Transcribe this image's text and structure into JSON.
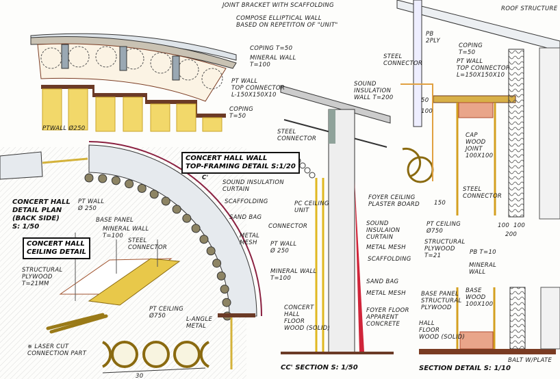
{
  "labels": {
    "joint_bracket": "JOINT BRACKET WITH SCAFFOLDING",
    "compose_wall": "COMPOSE ELLIPTICAL WALL\nBASED ON REPETITON OF \"UNIT\"",
    "coping_top": "COPING t=50",
    "mineral_wall_top": "MINERAL WALL\nt=100",
    "pt_wall_top_connector": "PT WALL\nTOP CONNECTOR\nL-150X150X10",
    "coping_low": "COPING\nt=50",
    "pt_wall_250": "PTWALL Ø250",
    "roof_structure": "ROOF STRUCTURE",
    "pb_2ply": "PB\n2PLY",
    "steel_connector_r": "STEEL\nCONNECTOR",
    "coping_r": "COPING\nt=50",
    "pt_wall_top_conn_r": "PT WALL\nTOP CONNECTOR\nL=150X150X10",
    "dim_50": "50",
    "dim_100": "100",
    "cap_wood": "CAP\nWOOD\nJOINT\n100X100",
    "steel_connector_r2": "STEEL\nCONNECTOR",
    "dim_150": "150",
    "dim_100a": "100",
    "dim_100b": "100",
    "dim_200": "200",
    "pt_ceiling_r": "PT CEILING\nØ750",
    "structural_plywood_r": "STRUCTURAL\nPLYWOOD\nt=21",
    "pb_10": "PB t=10",
    "mineral_wall_r": "MINERAL\nWALL",
    "base_panel": "BASE PANEL\nSTRUCTURAL\nPLYWOOD",
    "base_wood": "BASE\nWOOD\n100X100",
    "hall_floor": "HALL\nFLOOR\nWOOD (SOLID)",
    "balt": "BALT W/PLATE",
    "sound_insulation_wall": "SOUND\nINSULATION\nWALL t=200",
    "steel_connector_m": "STEEL\nCONNECTOR",
    "pc_ceiling": "PC CEILING\nUNIT",
    "connector": "CONNECTOR",
    "pt_wall_m": "PT WALL\nØ 250",
    "mineral_wall_m": "MINERAL WALL\nt=100",
    "concert_floor": "CONCERT\nHALL\nFLOOR\nWOOD (SOLID)",
    "foyer_ceiling": "FOYER CEILING\nPLASTER BOARD",
    "sound_curtain_m": "SOUND\nINSULAION\nCURTAIN",
    "metal_mesh_m1": "METAL MESH",
    "scaffolding_m": "SCAFFOLDING",
    "sand_bag_m": "SAND BAG",
    "metal_mesh_m2": "METAL MESH",
    "foyer_floor": "FOYER FLOOR\nAPPARENT\nCONCRETE",
    "sound_curtain_p": "SOUND INSULATION\nCURTAIN",
    "scaffolding_p": "SCAFFOLDING",
    "sand_bag_p": "SAND BAG",
    "metal_mesh_p": "METAL\nMESH",
    "pt_wall_p": "PT WALL\nØ 250",
    "base_panel_p": "BASE PANEL",
    "mineral_wall_p": "MINERAL WALL\nt=100",
    "steel_connector_p": "STEEL\nCONNECTOR",
    "structural_plywood_p": "STRUCTURAL\nPLYWOOD\nt=21mm",
    "pt_ceiling_p": "PT CEILING\nØ750",
    "l_angle": "L-Angle\nMETAL",
    "laser_cut": "※ LASER CUT\nCONNECTION PART",
    "dim_30": "30",
    "section_c": "C'"
  },
  "titles": {
    "top_framing": "CONCERT HALL WALL\nTOP-FRAMING DETAIL S:1/20",
    "detail_plan": "CONCERT HALL\nDETAIL PLAN\n(BACK SIDE)\nS: 1/50",
    "ceiling_detail": "CONCERT HALL\nCEILING DETAIL",
    "cc_section": "CC' SECTION S: 1/50",
    "section_detail": "SECTION DETAIL S: 1/10"
  },
  "colors": {
    "wood": "#e8c84a",
    "brown": "#7a3b22",
    "red": "#d0253a",
    "steel": "#b9c4cc",
    "ink": "#1a1a1a"
  }
}
